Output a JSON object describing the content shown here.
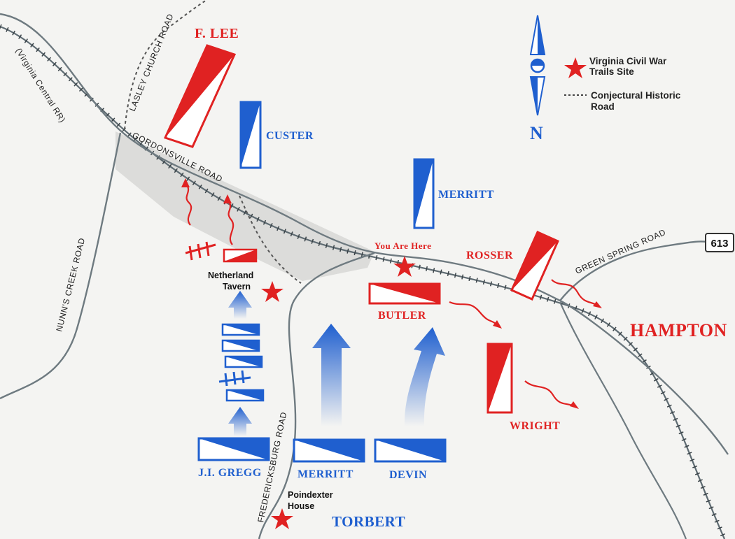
{
  "map": {
    "units_confederate": {
      "f_lee": "F. LEE",
      "rosser": "ROSSER",
      "butler": "BUTLER",
      "wright": "WRIGHT",
      "hampton": "HAMPTON"
    },
    "units_union": {
      "custer": "CUSTER",
      "merritt_north": "MERRITT",
      "jigregg": "J.I. GREGG",
      "merritt_south": "MERRITT",
      "devin": "DEVIN",
      "torbert": "TORBERT"
    },
    "roads": {
      "virginia_central": "(Virginia Central RR)",
      "lasley_church": "LASLEY CHURCH ROAD",
      "gordonsville": "GORDONSVILLE ROAD",
      "nunns_creek": "NUNN'S CREEK ROAD",
      "fredericksburg": "FREDERICKSBURG ROAD",
      "green_spring": "GREEN SPRING ROAD"
    },
    "sites": {
      "you_are_here": "You Are Here",
      "netherland_line1": "Netherland",
      "netherland_line2": "Tavern",
      "poindexter_line1": "Poindexter",
      "poindexter_line2": "House"
    },
    "route_shield": "613",
    "north_letter": "N",
    "legend": {
      "trails_line1": "Virginia Civil War",
      "trails_line2": "Trails Site",
      "road_line1": "Conjectural Historic",
      "road_line2": "Road"
    },
    "colors": {
      "confederate": "#e02222",
      "union": "#1f5fcf",
      "road": "#6e7a80",
      "background": "#f4f4f2"
    }
  }
}
